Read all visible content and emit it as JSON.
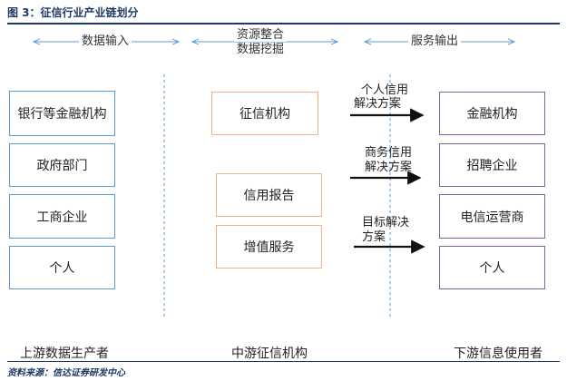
{
  "figure": {
    "title": "图 3：征信行业产业链划分",
    "source": "资料来源：信达证券研发中心"
  },
  "flow": {
    "input": "数据输入",
    "mid_line1": "资源整合",
    "mid_line2": "数据挖掘",
    "output": "服务输出"
  },
  "upstream": {
    "items": [
      "银行等金融机构",
      "政府部门",
      "工商企业",
      "个人"
    ],
    "label": "上游数据生产者"
  },
  "midstream": {
    "items": [
      "征信机构",
      "信用报告",
      "增值服务"
    ],
    "label": "中游征信机构"
  },
  "downstream": {
    "items": [
      "金融机构",
      "招聘企业",
      "电信运营商",
      "个人"
    ],
    "label": "下游信息使用者"
  },
  "arrows": [
    {
      "line1": "个人信用",
      "line2": "解决方案"
    },
    {
      "line1": "商务信用",
      "line2": "解决方案"
    },
    {
      "line1": "目标解决",
      "line2": "方案"
    }
  ],
  "colors": {
    "upstream_border": "#5b9bd5",
    "midstream_border": "#f4b183",
    "downstream_border": "#8064a2",
    "divider": "#5b9bd5"
  }
}
